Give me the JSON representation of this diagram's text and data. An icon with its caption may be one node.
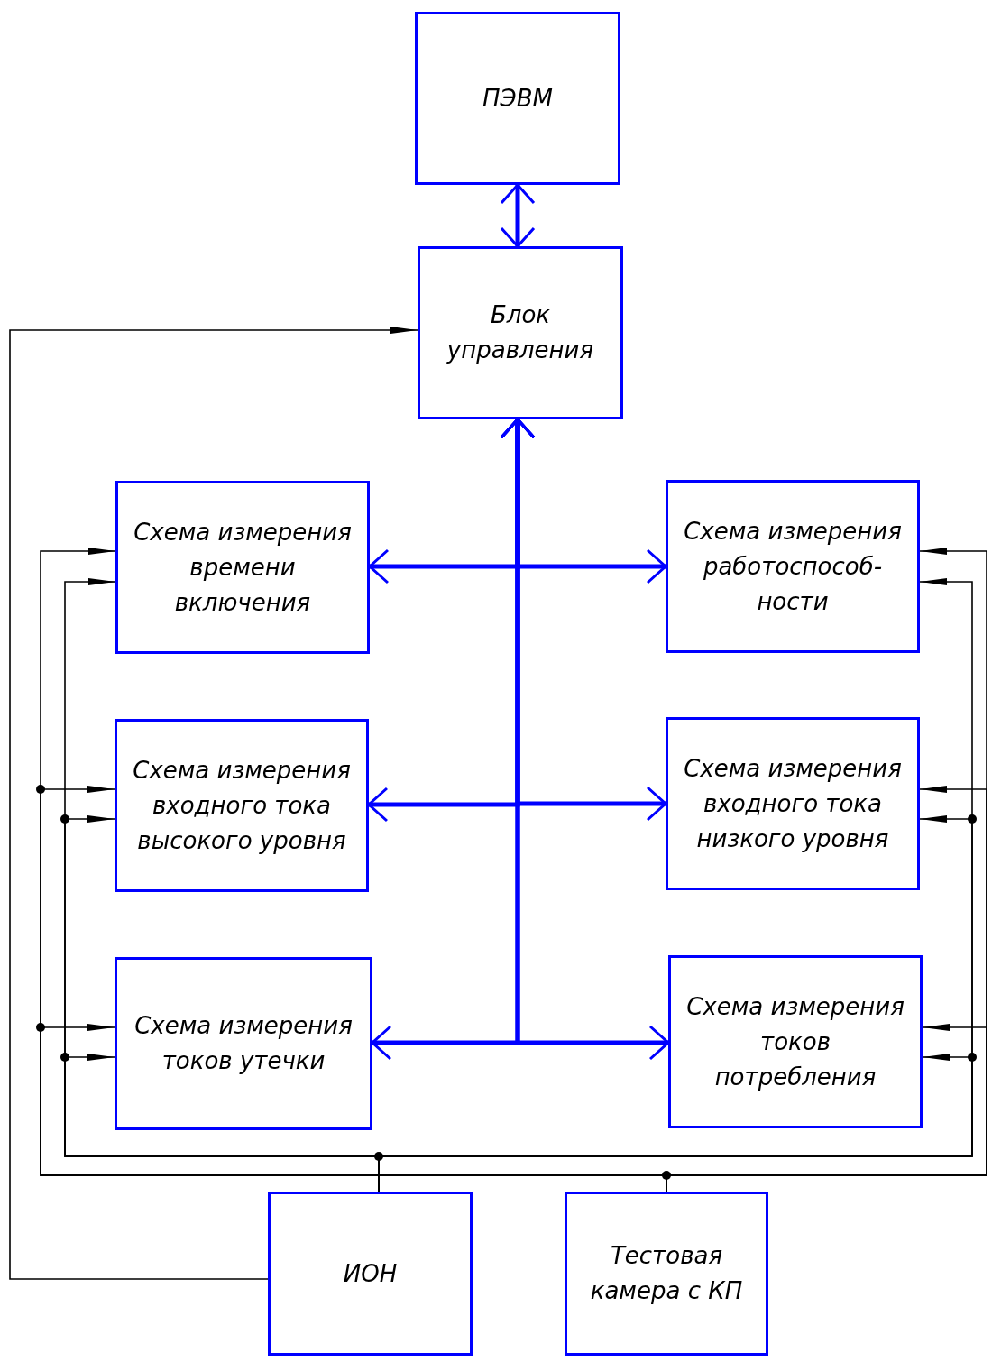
{
  "diagram": {
    "nodes": [
      {
        "text": [
          "ПЭВМ"
        ]
      },
      {
        "text": [
          "Блок управления"
        ]
      },
      {
        "text": [
          "Схема измерения времени включения"
        ]
      },
      {
        "text": [
          "Схема измерения работоспособ- ности"
        ]
      },
      {
        "text": [
          "Схема измерения входного тока высокого уровня"
        ]
      },
      {
        "text": [
          "Схема измерения входного тока низкого уровня"
        ]
      },
      {
        "text": [
          "Схема измерения токов утечки"
        ]
      },
      {
        "text": [
          "Схема измерения токов потребления"
        ]
      },
      {
        "text": [
          "ИОН"
        ]
      },
      {
        "text": [
          "Тестовая камера с КП"
        ]
      }
    ],
    "edges": [
      {
        "from": 0,
        "to": 1,
        "arrow": "both",
        "style": "thick",
        "color": "#0000ff"
      },
      {
        "from": 1,
        "to": 2,
        "arrow": "both",
        "style": "thick",
        "color": "#0000ff"
      },
      {
        "from": 1,
        "to": 3,
        "arrow": "both",
        "style": "thick",
        "color": "#0000ff"
      },
      {
        "from": 1,
        "to": 4,
        "arrow": "both",
        "style": "thick",
        "color": "#0000ff"
      },
      {
        "from": 1,
        "to": 5,
        "arrow": "both",
        "style": "thick",
        "color": "#0000ff"
      },
      {
        "from": 1,
        "to": 6,
        "arrow": "both",
        "style": "thick",
        "color": "#0000ff"
      },
      {
        "from": 1,
        "to": 7,
        "arrow": "both",
        "style": "thick",
        "color": "#0000ff"
      },
      {
        "from": 8,
        "to": 1,
        "arrow": "to"
      },
      {
        "from": 8,
        "to": 2,
        "arrow": "to"
      },
      {
        "from": 8,
        "to": 3,
        "arrow": "to"
      },
      {
        "from": 8,
        "to": 4,
        "arrow": "to"
      },
      {
        "from": 8,
        "to": 5,
        "arrow": "to"
      },
      {
        "from": 8,
        "to": 6,
        "arrow": "to"
      },
      {
        "from": 8,
        "to": 7,
        "arrow": "to"
      },
      {
        "from": 9,
        "to": 2,
        "arrow": "to"
      },
      {
        "from": 9,
        "to": 3,
        "arrow": "to"
      },
      {
        "from": 9,
        "to": 4,
        "arrow": "to"
      },
      {
        "from": 9,
        "to": 5,
        "arrow": "to"
      },
      {
        "from": 9,
        "to": 6,
        "arrow": "to"
      },
      {
        "from": 9,
        "to": 7,
        "arrow": "to"
      }
    ]
  }
}
